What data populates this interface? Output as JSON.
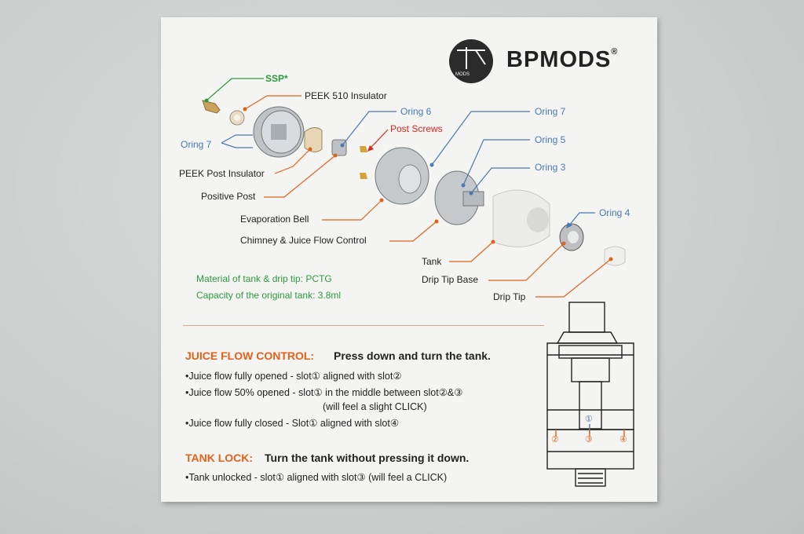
{
  "brand": {
    "name": "BPMODS",
    "mark": "®",
    "logo_text": "MODS"
  },
  "labels": {
    "ssp": "SSP*",
    "peek510": "PEEK 510 Insulator",
    "oring7_left": "Oring 7",
    "peek_post": "PEEK Post Insulator",
    "positive_post": "Positive Post",
    "oring6": "Oring 6",
    "post_screws": "Post Screws",
    "evaporation_bell": "Evaporation Bell",
    "chimney": "Chimney & Juice Flow Control",
    "oring7_right": "Oring 7",
    "oring5": "Oring 5",
    "oring3": "Oring 3",
    "oring4": "Oring 4",
    "tank": "Tank",
    "drip_tip_base": "Drip Tip Base",
    "drip_tip": "Drip Tip"
  },
  "material": {
    "line1": "Material of tank & drip tip: PCTG",
    "line2": "Capacity of the original tank: 3.8ml"
  },
  "juice": {
    "heading": "JUICE FLOW CONTROL:",
    "subheading": "Press down and turn the tank.",
    "items": [
      "•Juice flow fully opened - slot① aligned with slot②",
      "•Juice flow 50% opened - slot① in the middle between slot②&③",
      "(will feel a slight CLICK)",
      "•Juice flow fully closed - Slot① aligned with slot④"
    ]
  },
  "tanklock": {
    "heading": "TANK LOCK:",
    "subheading": "Turn the tank without pressing it down.",
    "item": "•Tank unlocked - slot① aligned with slot③ (will feel a CLICK)"
  },
  "slots": {
    "s1": "①",
    "s2": "②",
    "s3": "③",
    "s4": "④"
  },
  "colors": {
    "blue": "#4a78b5",
    "green": "#2e9a3b",
    "red": "#d8291f",
    "orange": "#e2621a"
  }
}
